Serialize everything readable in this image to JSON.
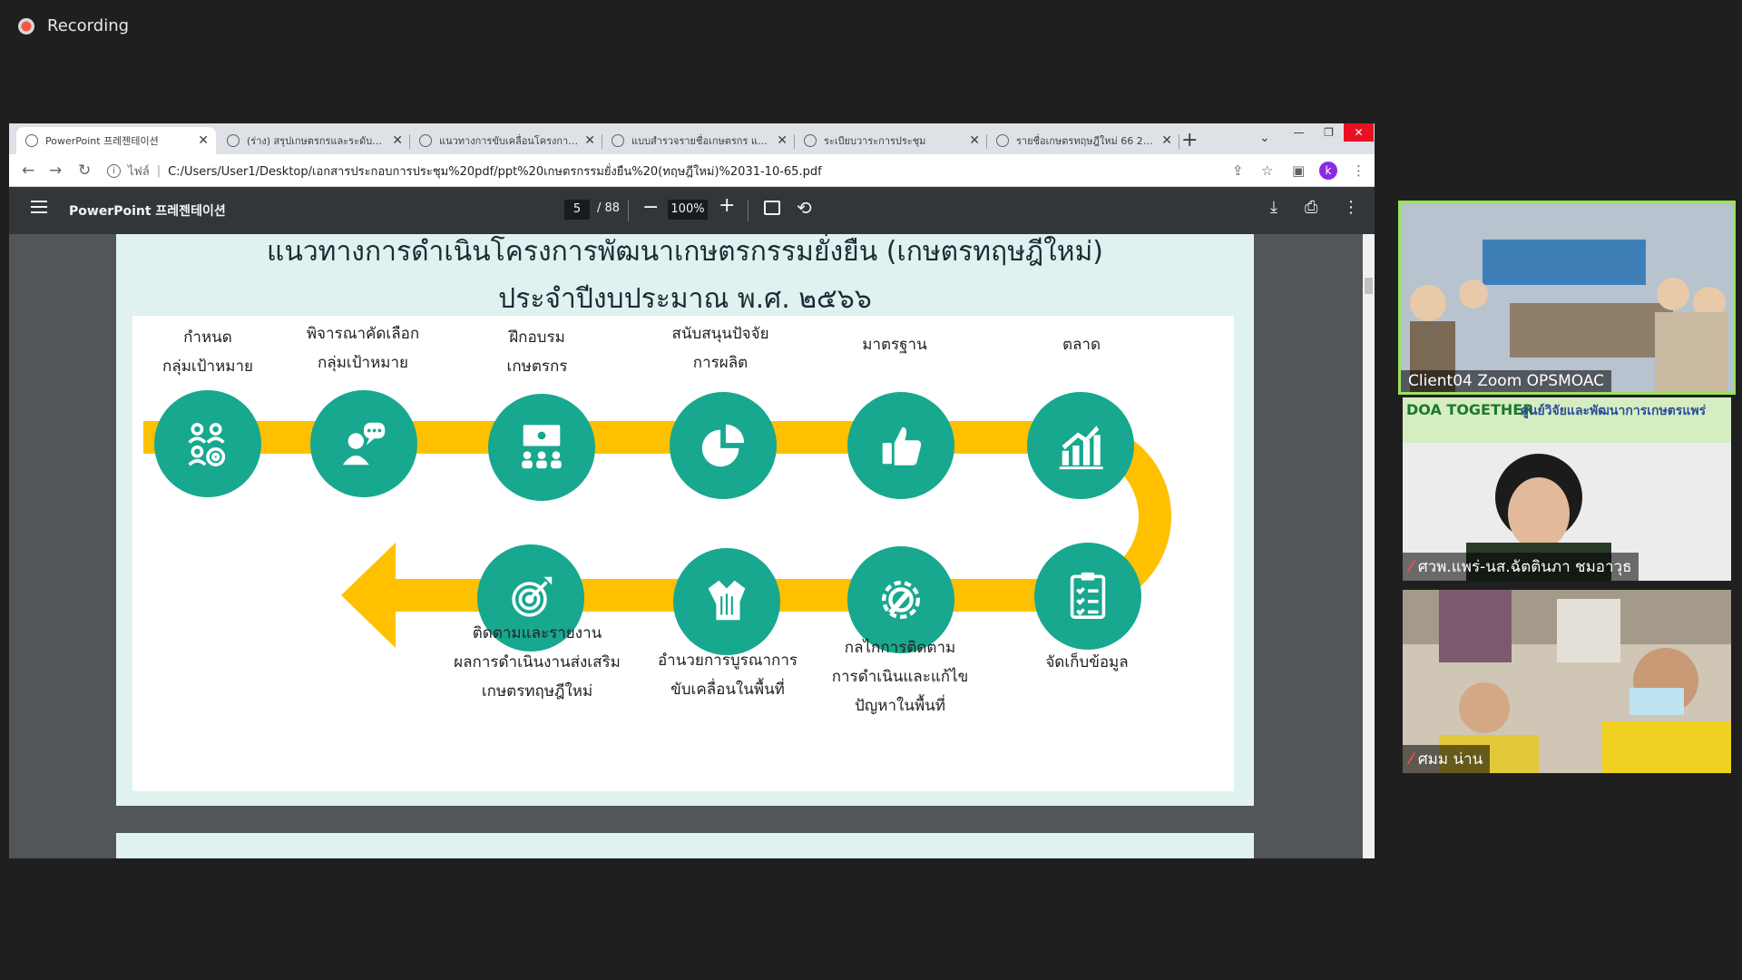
{
  "recording": {
    "label": "Recording"
  },
  "browser": {
    "tabs": [
      {
        "title": "PowerPoint 프레젠테이션",
        "active": true
      },
      {
        "title": "(ร่าง) สรุปเกษตรกรและระดับชั้น..."
      },
      {
        "title": "แนวทางการขับเคลื่อนโครงการพัฒ..."
      },
      {
        "title": "แบบสำรวจรายชื่อเกษตรกร แบบ ..."
      },
      {
        "title": "ระเบียบวาระการประชุม"
      },
      {
        "title": "รายชื่อเกษตรทฤษฎีใหม่ 66 20 ..."
      }
    ],
    "address": {
      "scheme": "ไฟล์",
      "url": "C:/Users/User1/Desktop/เอกสารประกอบการประชุม%20pdf/ppt%20เกษตรกรรมยั่งยืน%20(ทฤษฎีใหม่)%2031-10-65.pdf"
    },
    "avatar_letter": "k"
  },
  "pdf": {
    "title": "PowerPoint 프레젠테이션",
    "page": "5",
    "total": "/ 88",
    "zoom": "100%"
  },
  "slide": {
    "title_line1": "แนวทางการดำเนินโครงการพัฒนาเกษตรกรรมยั่งยืน (เกษตรทฤษฎีใหม่)",
    "title_line2": "ประจำปีงบประมาณ พ.ศ. ๒๕๖๖",
    "steps": [
      {
        "label": "กำหนด\nกลุ่มเป้าหมาย",
        "icon": "people-target-icon"
      },
      {
        "label": "พิจารณาคัดเลือก\nกลุ่มเป้าหมาย",
        "icon": "person-chat-icon"
      },
      {
        "label": "ฝึกอบรม\nเกษตรกร",
        "icon": "training-presentation-icon"
      },
      {
        "label": "สนับสนุนปัจจัย\nการผลิต",
        "icon": "pie-chart-icon"
      },
      {
        "label": "มาตรฐาน",
        "icon": "thumbs-up-icon"
      },
      {
        "label": "ตลาด",
        "icon": "growth-chart-icon"
      },
      {
        "label": "จัดเก็บข้อมูล",
        "icon": "checklist-icon"
      },
      {
        "label": "กลไกการติดตาม\nการดำเนินและแก้ไข\nปัญหาในพื้นที่",
        "icon": "gear-wrench-icon"
      },
      {
        "label": "อำนวยการบูรณาการ\nขับเคลื่อนในพื้นที่",
        "icon": "joined-hands-icon"
      },
      {
        "label": "ติดตามและรายงาน\nผลการดำเนินงานส่งเสริม\nเกษตรทฤษฎีใหม่",
        "icon": "target-arrow-icon"
      }
    ],
    "colors": {
      "path": "#ffc000",
      "circle": "#17a88f",
      "background": "#dff2ef"
    }
  },
  "participants": [
    {
      "name": "Client04 Zoom OPSMOAC",
      "muted": false,
      "active_speaker": true
    },
    {
      "name": "ศวพ.แพร่-นส.ฉัตตินภา ชมอาวุธ",
      "muted": true,
      "banner": "ศูนย์วิจัยและพัฒนาการเกษตรแพร่",
      "banner_left": "DOA TOGETHER"
    },
    {
      "name": "ศมม น่าน",
      "muted": true
    }
  ]
}
